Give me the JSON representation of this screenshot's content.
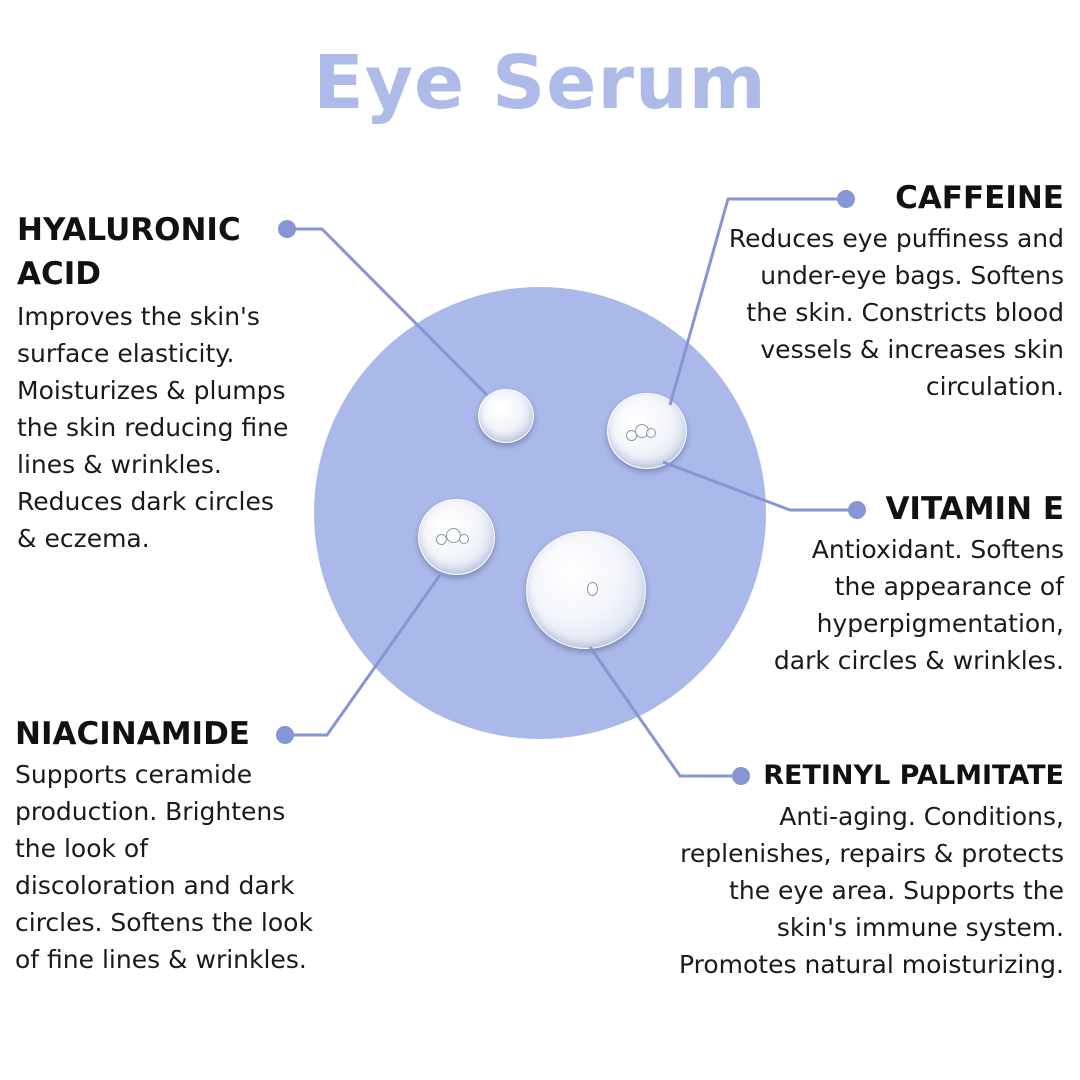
{
  "title": "Eye Serum",
  "colors": {
    "title": "#aebbe9",
    "circle": "#aab9ea",
    "accent": "#8695d3",
    "text": "#111111"
  },
  "ingredients": {
    "hyaluronic": {
      "name": "HYALURONIC ACID",
      "description": "Improves the skin's surface elasticity. Moisturizes & plumps the skin reducing fine lines & wrinkles. Reduces dark circles & eczema."
    },
    "caffeine": {
      "name": "CAFFEINE",
      "description": "Reduces eye puffiness and under-eye bags. Softens the skin. Constricts blood vessels & increases skin circulation."
    },
    "vitamin_e": {
      "name": "VITAMIN E",
      "description": "Antioxidant. Softens the appearance of hyperpigmentation, dark circles & wrinkles."
    },
    "niacinamide": {
      "name": "NIACINAMIDE",
      "description": "Supports ceramide production. Brightens the look of discoloration and dark circles. Softens the look of fine lines & wrinkles."
    },
    "retinyl": {
      "name": "RETINYL PALMITATE",
      "description": "Anti-aging. Conditions, replenishes, repairs & protects the eye area. Supports the skin's immune system. Promotes natural moisturizing."
    }
  }
}
